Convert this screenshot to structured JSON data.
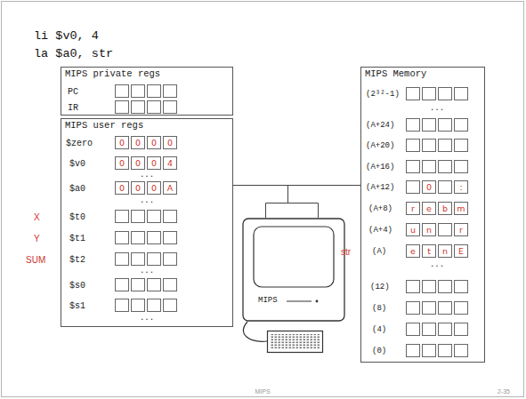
{
  "diagram": {
    "nodes": [
      {
        "text": [
          "MIPS private regs"
        ]
      },
      {
        "text": [
          "MIPS user regs"
        ]
      },
      {
        "text": [
          "MIPS Memory"
        ]
      },
      {
        "text": [
          "0"
        ],
        "in": 1
      },
      {
        "text": [
          "0"
        ],
        "in": 1
      },
      {
        "text": [
          "0"
        ],
        "in": 1
      },
      {
        "text": [
          "0"
        ],
        "in": 1
      },
      {
        "text": [
          "0"
        ],
        "in": 1
      },
      {
        "text": [
          "0"
        ],
        "in": 1
      },
      {
        "text": [
          "0"
        ],
        "in": 1
      },
      {
        "text": [
          "4"
        ],
        "in": 1
      },
      {
        "text": [
          "0"
        ],
        "in": 1
      },
      {
        "text": [
          "0"
        ],
        "in": 1
      },
      {
        "text": [
          "0"
        ],
        "in": 1
      },
      {
        "text": [
          "A"
        ],
        "in": 1
      },
      {
        "text": [
          "0"
        ],
        "in": 2
      },
      {
        "text": [
          ":"
        ],
        "in": 2
      },
      {
        "text": [
          "r"
        ],
        "in": 2
      },
      {
        "text": [
          "e"
        ],
        "in": 2
      },
      {
        "text": [
          "b"
        ],
        "in": 2
      },
      {
        "text": [
          "m"
        ],
        "in": 2
      },
      {
        "text": [
          "u"
        ],
        "in": 2
      },
      {
        "text": [
          "n"
        ],
        "in": 2
      },
      {
        "text": [
          "r"
        ],
        "in": 2
      },
      {
        "text": [
          "e"
        ],
        "in": 2
      },
      {
        "text": [
          "t"
        ],
        "in": 2
      },
      {
        "text": [
          "n"
        ],
        "in": 2
      },
      {
        "text": [
          "E"
        ],
        "in": 2
      },
      {
        "text": [
          "MIPS"
        ]
      }
    ],
    "edges": [
      {
        "from": 1,
        "to": 2,
        "arrow": "none"
      },
      {
        "from": 1,
        "to": 28,
        "arrow": "none"
      },
      {
        "from": 28,
        "to": 2,
        "arrow": "none"
      }
    ],
    "labels": [
      "li $v0, 4",
      "la $a0, str",
      "X",
      "Y",
      "SUM",
      "str",
      "PC",
      "IR",
      "$zero",
      "$v0",
      "...",
      "$a0",
      "...",
      "$t0",
      "$t1",
      "$t2",
      "...",
      "$s0",
      "$s1",
      "...",
      "(2³²-1)",
      "...",
      "(A+24)",
      "(A+20)",
      "(A+16)",
      "(A+12)",
      "(A+8)",
      "(A+4)",
      "(A)",
      "...",
      "(12)",
      "(8)",
      "(4)",
      "(0)",
      "MIPS",
      "2-35"
    ]
  }
}
